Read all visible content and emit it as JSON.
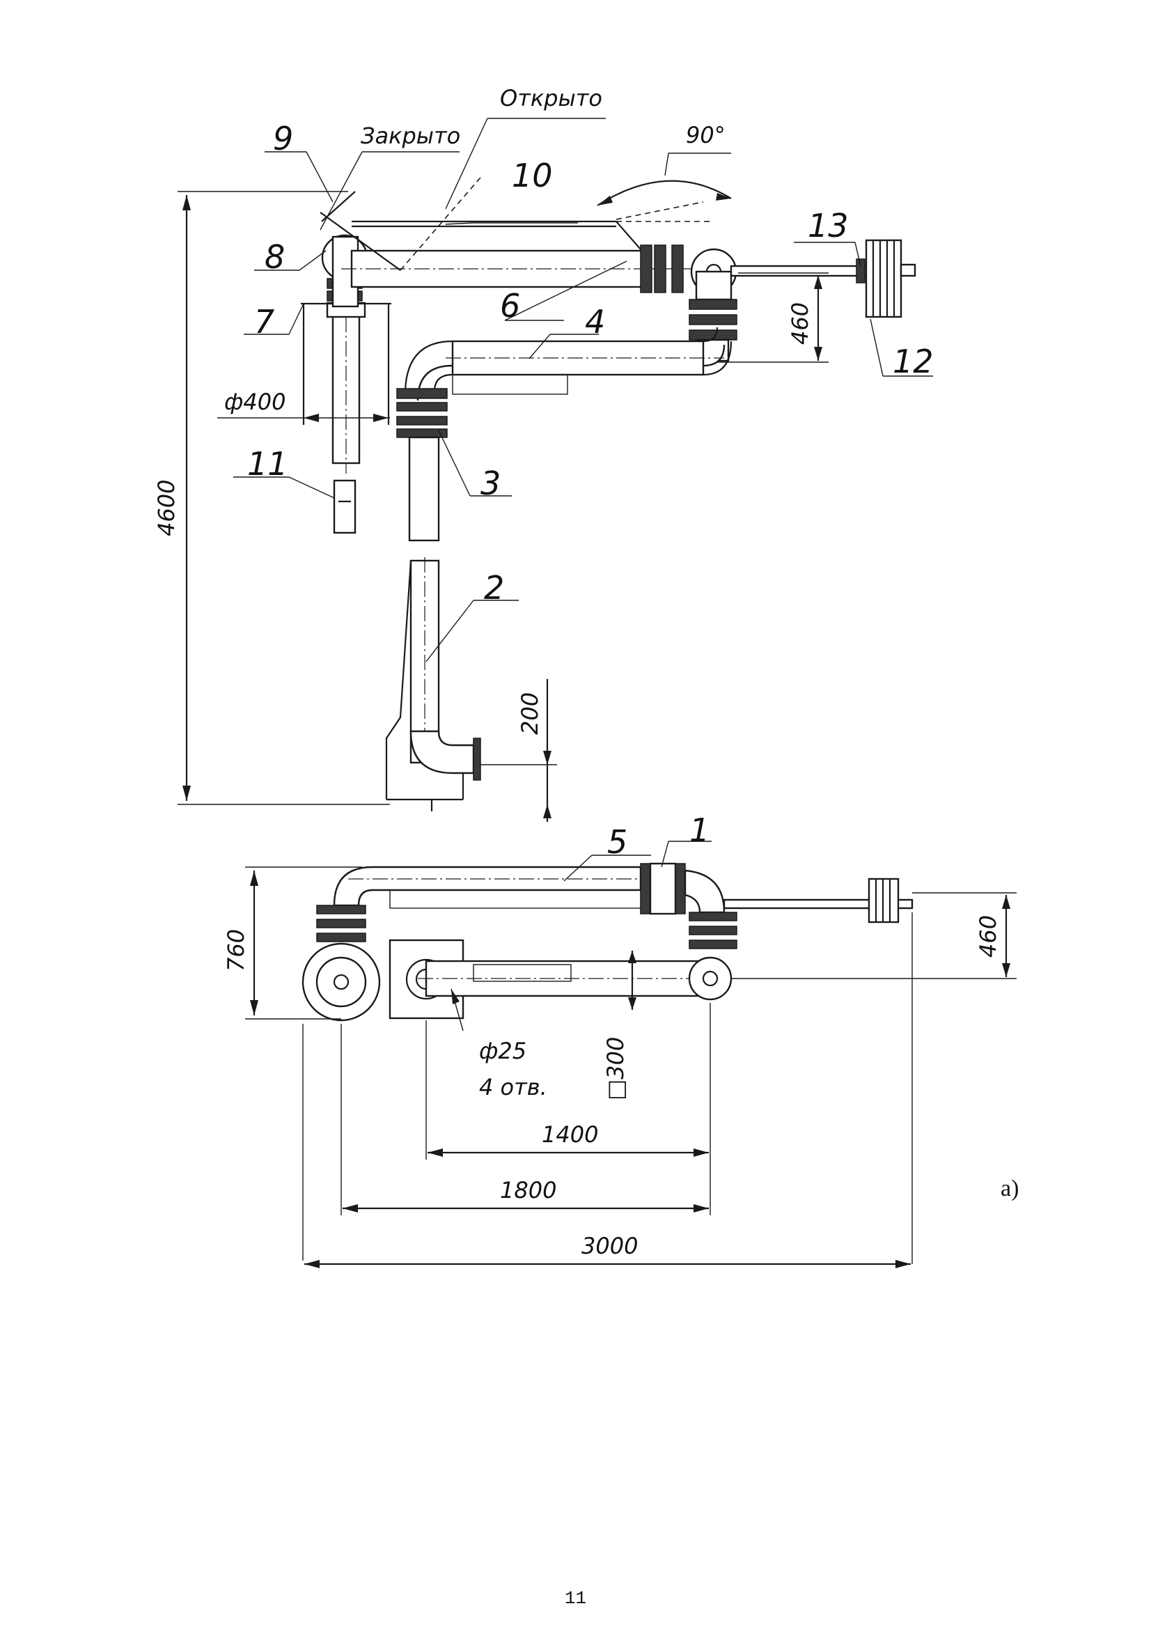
{
  "state_labels": {
    "open": "Открыто",
    "closed": "Закрыто"
  },
  "angle": "90°",
  "part_numbers": [
    "1",
    "2",
    "3",
    "4",
    "5",
    "6",
    "7",
    "8",
    "9",
    "10",
    "11",
    "12",
    "13"
  ],
  "dimensions": {
    "height_total": "4600",
    "pipe_diameter": "ф400",
    "riser_offset": "460",
    "outlet_height": "200",
    "plan_width": "760",
    "plan_offset": "460",
    "hole_diameter": "ф25",
    "hole_count": "4 отв.",
    "base_square": "□300",
    "span_1400": "1400",
    "span_1800": "1800",
    "span_3000": "3000"
  },
  "figure_label": "а)",
  "page_number": "11"
}
